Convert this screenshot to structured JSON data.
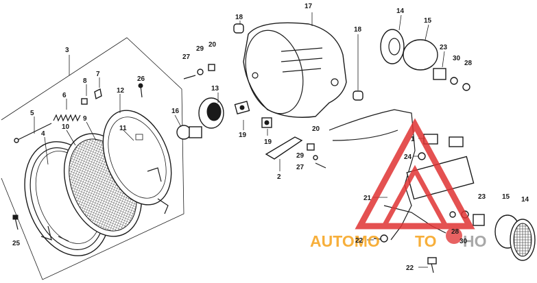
{
  "diagram": {
    "callouts": {
      "c1": "1",
      "c2": "2",
      "c3": "3",
      "c4": "4",
      "c5": "5",
      "c6": "6",
      "c7": "7",
      "c8": "8",
      "c9": "9",
      "c10": "10",
      "c11": "11",
      "c12": "12",
      "c13": "13",
      "c14a": "14",
      "c14b": "14",
      "c15a": "15",
      "c15b": "15",
      "c16": "16",
      "c17": "17",
      "c18a": "18",
      "c18b": "18",
      "c19a": "19",
      "c19b": "19",
      "c20a": "20",
      "c20b": "20",
      "c21": "21",
      "c22a": "22",
      "c22b": "22",
      "c23a": "23",
      "c23b": "23",
      "c24": "24",
      "c25": "25",
      "c26": "26",
      "c27a": "27",
      "c27b": "27",
      "c28a": "28",
      "c28b": "28",
      "c29a": "29",
      "c29b": "29",
      "c30a": "30",
      "c30b": "30"
    }
  },
  "watermark": {
    "text_part1": "AUTOMO",
    "text_part2": "TO",
    "text_part3": "HO",
    "color_orange": "#f6a21a",
    "color_red": "#e03333",
    "color_gray": "#9a9a9a"
  }
}
